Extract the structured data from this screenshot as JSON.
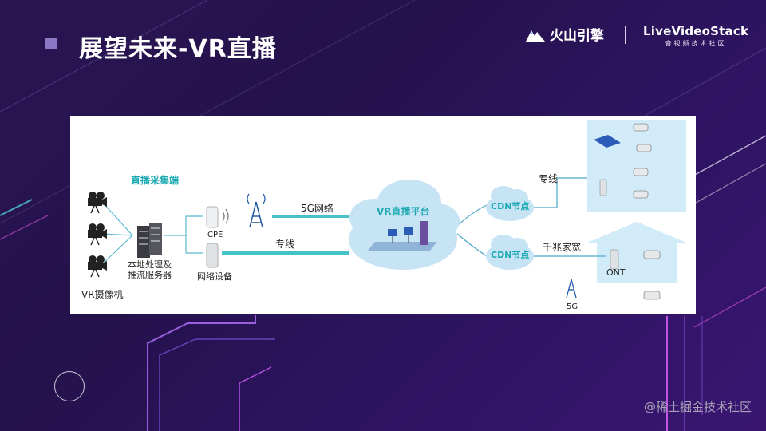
{
  "slide": {
    "title": "展望未来-VR直播"
  },
  "logos": {
    "volcano_text": "火山引擎",
    "lvs_main": "LiveVideoStack",
    "lvs_sub": "音视频技术社区"
  },
  "diagram": {
    "capture_label": "直播采集端",
    "server_label_1": "本地处理及",
    "server_label_2": "推流服务器",
    "camera_label": "VR摄像机",
    "cpe_label": "CPE",
    "network_device_label": "网络设备",
    "link_5g_label": "5G网络",
    "link_dedicated_label": "专线",
    "platform_label": "VR直播平台",
    "cdn1_label": "CDN节点",
    "cdn2_label": "CDN节点",
    "right_dedicated_label": "专线",
    "gigabit_label": "千兆家宽",
    "ont_label": "ONT",
    "tower_5g_label": "5G"
  },
  "watermark": "@稀土掘金技术社区",
  "colors": {
    "accent_teal": "#1eaab2",
    "link_teal": "#46c2c6",
    "cloud_blue": "#c7e4f5",
    "house_blue": "#cfe8f7",
    "title_square": "#8b78c4"
  }
}
